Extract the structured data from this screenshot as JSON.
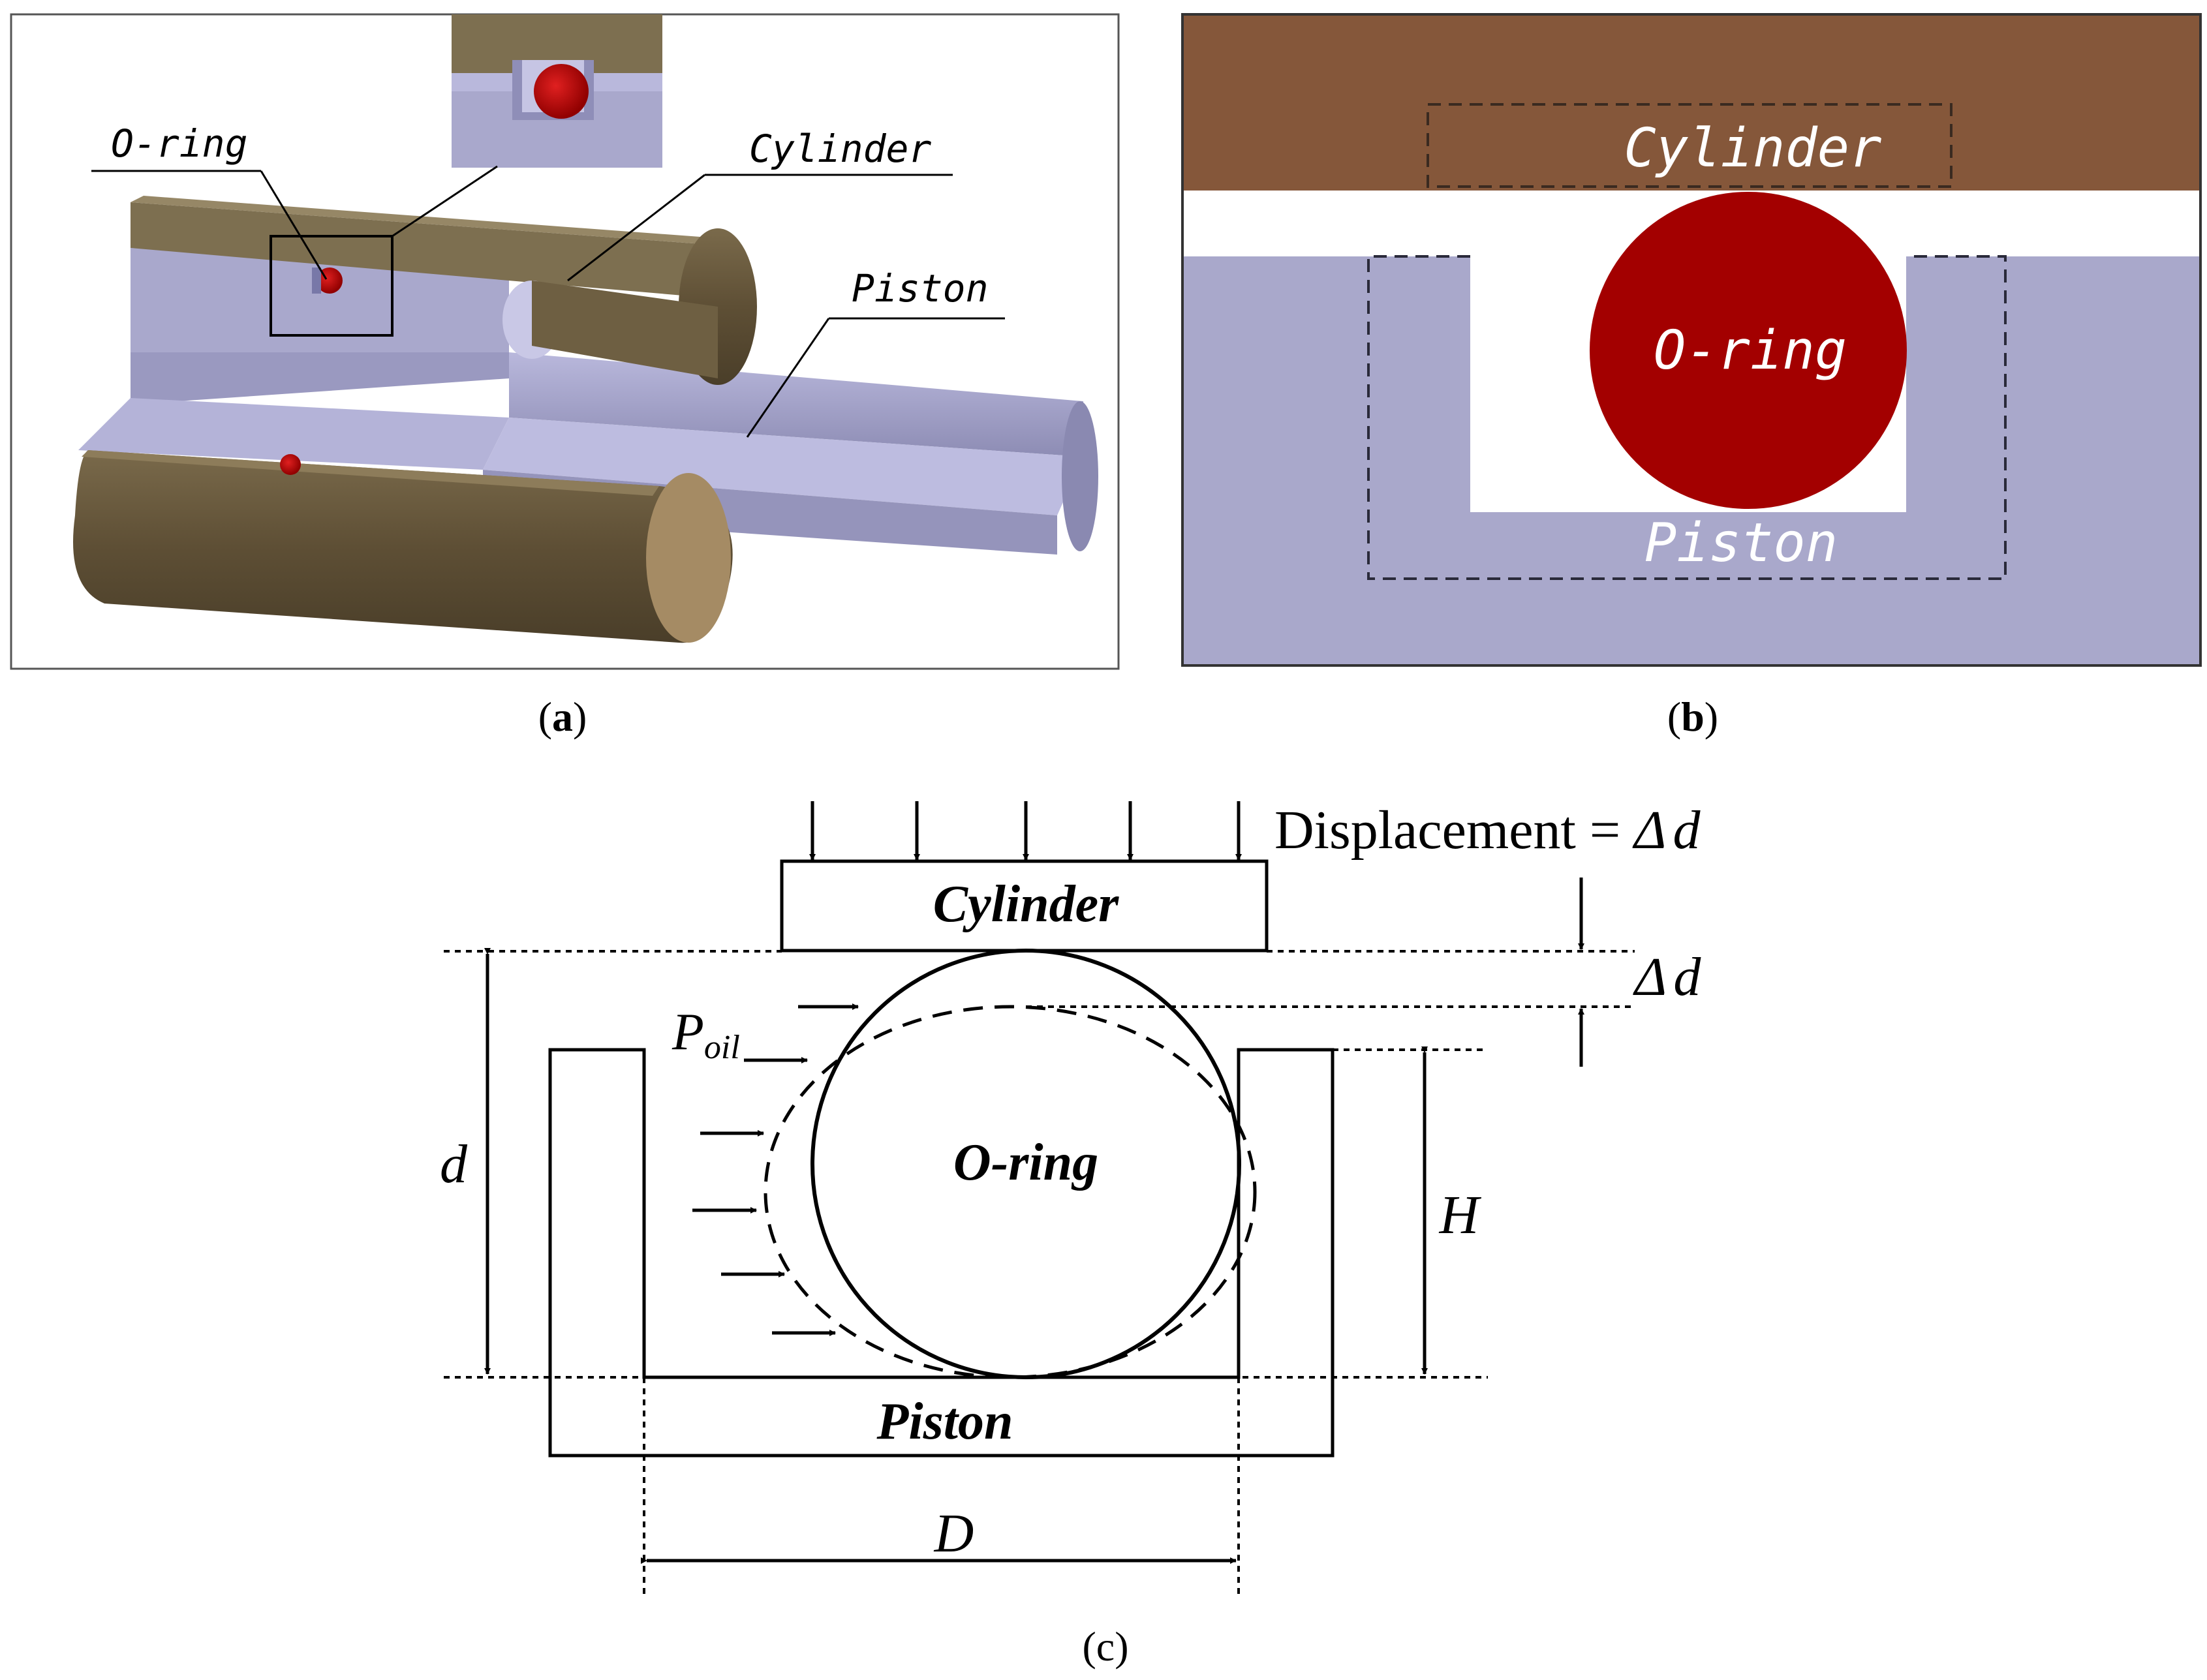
{
  "colors": {
    "cylinder_brown": "#85573a",
    "piston_lavender": "#a9a8cb",
    "oring_red": "#a30000",
    "tube_brown": "#6a5a3e",
    "tube_inner": "#a58b64"
  },
  "panel_a": {
    "caption_open": "(",
    "caption_letter": "a",
    "caption_close": ")",
    "oring_label": "O-ring",
    "cylinder_label": "Cylinder",
    "piston_label": "Piston"
  },
  "panel_b": {
    "caption_open": "(",
    "caption_letter": "b",
    "caption_close": ")",
    "cylinder_label": "Cylinder",
    "oring_label": "O-ring",
    "piston_label": "Piston"
  },
  "panel_c": {
    "caption": "(c)",
    "cylinder_label": "Cylinder",
    "oring_label": "O-ring",
    "piston_label": "Piston",
    "displacement_label": "Displacement = ",
    "delta_symbol": "Δ",
    "d_symbol": "d",
    "poil_main": "P",
    "poil_sub": "oil",
    "d_dim": "d",
    "h_dim": "H",
    "D_dim": "D"
  }
}
